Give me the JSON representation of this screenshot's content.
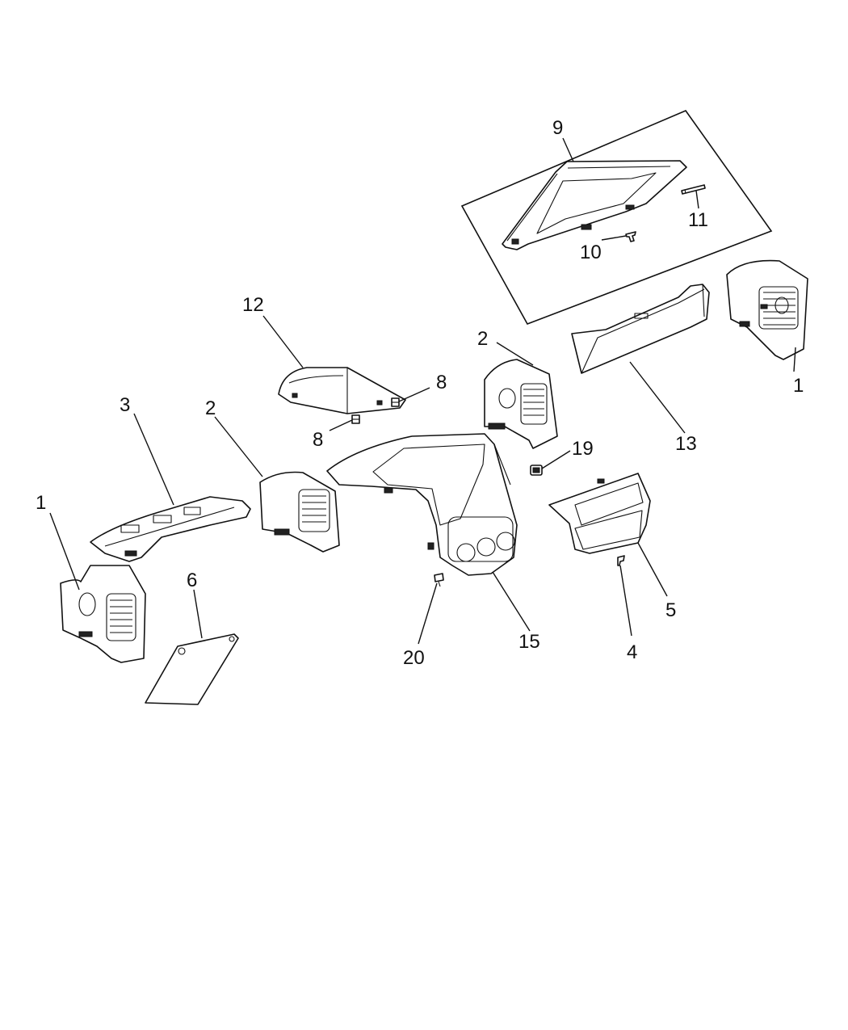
{
  "callouts": {
    "c1_left": "1",
    "c1_right": "1",
    "c2_left": "2",
    "c2_right": "2",
    "c3": "3",
    "c4": "4",
    "c5": "5",
    "c6": "6",
    "c8_left": "8",
    "c8_right": "8",
    "c9": "9",
    "c10": "10",
    "c11": "11",
    "c12": "12",
    "c13": "13",
    "c15": "15",
    "c19": "19",
    "c20": "20"
  },
  "colors": {
    "line": "#111111",
    "background": "#ffffff"
  }
}
